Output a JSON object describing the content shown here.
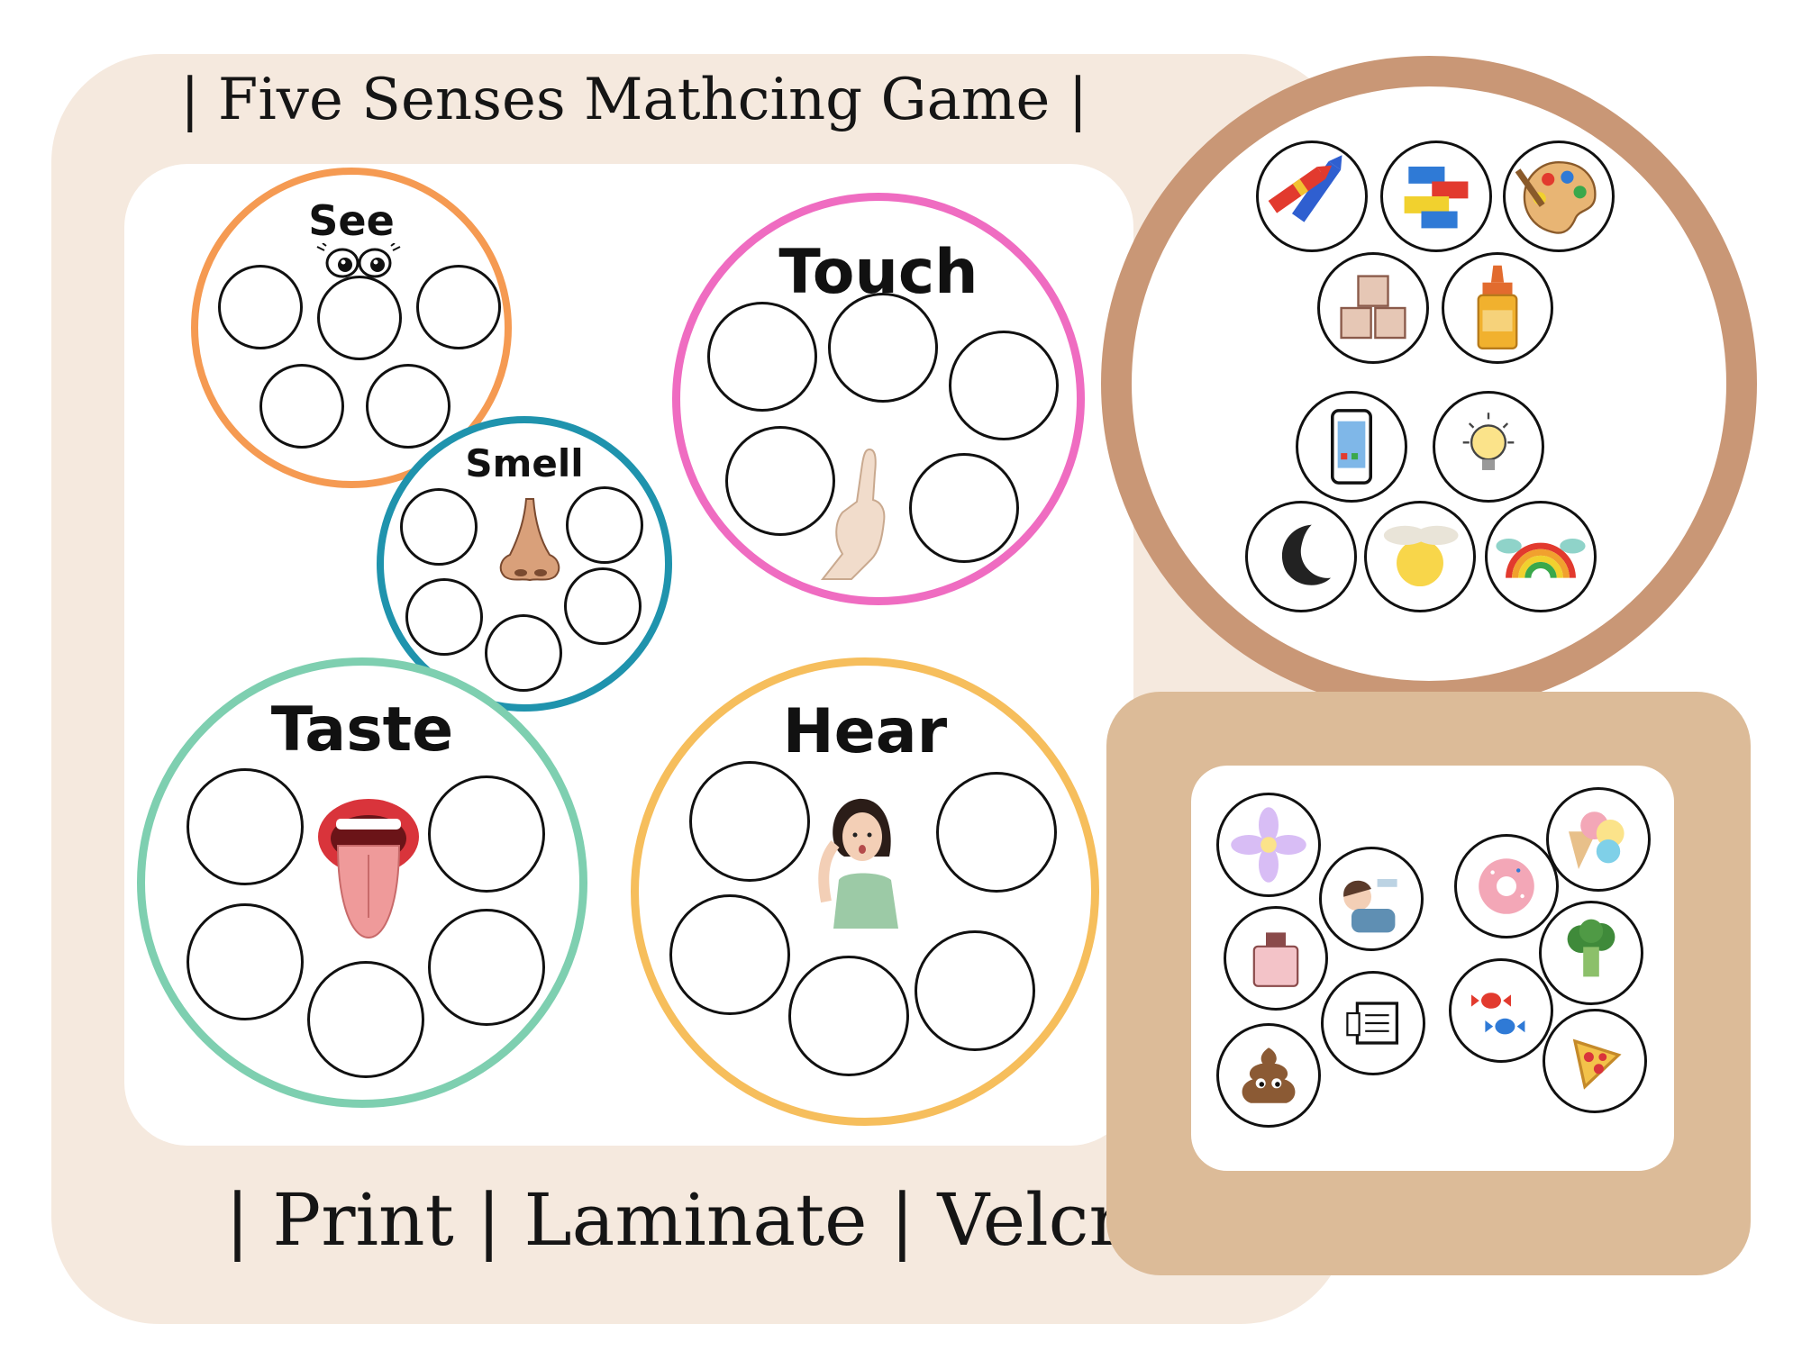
{
  "title": "| Five Senses Mathcing Game |",
  "footer": "| Print | Laminate | Velcro |",
  "senses": {
    "see": {
      "label": "See",
      "color": "#f59a52"
    },
    "smell": {
      "label": "Smell",
      "color": "#1f93ad"
    },
    "touch": {
      "label": "Touch",
      "color": "#ef6cc1"
    },
    "taste": {
      "label": "Taste",
      "color": "#7ecfb0"
    },
    "hear": {
      "label": "Hear",
      "color": "#f6be5c"
    }
  },
  "colors": {
    "panel": "#f5e9de",
    "ring": "#c99776",
    "frame": "#dcbb98"
  },
  "see_cards": [
    "crayons-icon",
    "lego-blocks-icon",
    "paint-palette-icon",
    "abc-blocks-icon",
    "glue-bottle-icon",
    "phone-icon",
    "light-bulb-icon",
    "moon-icon",
    "sun-icon",
    "rainbow-icon"
  ],
  "smell_taste_cards": [
    "flower-icon",
    "person-smelling-icon",
    "perfume-icon",
    "paper-icon",
    "poop-icon",
    "donut-icon",
    "ice-cream-icon",
    "broccoli-icon",
    "candy-icon",
    "pizza-icon"
  ]
}
